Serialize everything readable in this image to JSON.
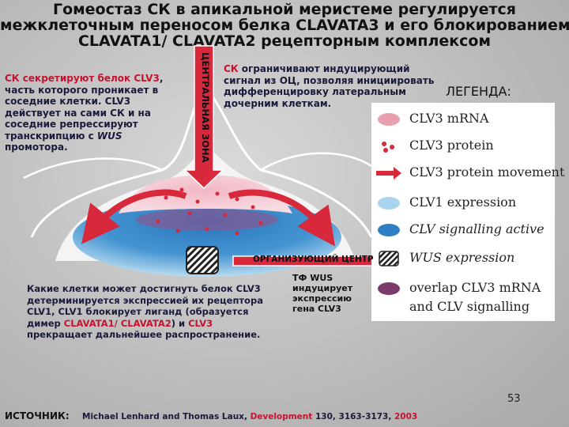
{
  "title": {
    "line1": "Гомеостаз СК в апикальной меристеме регулируется",
    "line2": "межклеточным переносом белка CLAVATA3 и его блокированием",
    "line3": "CLAVATA1/ CLAVATA2 рецепторным комплексом"
  },
  "left_text": {
    "p1": "СК секретируют ",
    "p2": "белок CLV3",
    "p3": ", часть которого проникает в соседние клетки. CLV3 действует на сами СК и на соседние репрессируют транскрипцию с ",
    "p4": "WUS",
    "p5": " промотора."
  },
  "right_text": {
    "p1": "СК ",
    "p2": "ограничивают индуцирующий сигнал из ",
    "p3": "ОЦ",
    "p4": ", позволяя инициировать дифференцировку латеральным дочерним клеткам."
  },
  "central_zone_label": "ЦЕНТРАЛЬНАЯ ЗОНА",
  "organizing_center_label": "ОРГАНИЗУЮЩИЙ ЦЕНТР",
  "tf_text": "ТФ WUS индуцирует экспрессию гена CLV3",
  "bottom_text": {
    "p1": "Какие клетки может достигнуть белок CLV3 детерминируется экспрессией их рецептора CLV1, CLV1 блокирует лиганд (образуется димер ",
    "p2": "CLAVATA1/ CLAVATA2",
    "p3": ") и ",
    "p4": "CLV3",
    "p5": " прекращает дальнейшее распространение."
  },
  "legend": {
    "heading": "ЛЕГЕНДА:",
    "items": [
      {
        "label": "CLV3 mRNA",
        "icon": "pink-blob-icon",
        "color": "#e8a0b0"
      },
      {
        "label": "CLV3 protein",
        "icon": "red-dots-icon",
        "color": "#d8283c"
      },
      {
        "label": "CLV3 protein movement",
        "icon": "red-arrow-icon",
        "color": "#d8283c"
      },
      {
        "label": "CLV1 expression",
        "icon": "light-blue-blob-icon",
        "color": "#a9d4ee"
      },
      {
        "label": "CLV signalling active",
        "icon": "blue-blob-icon",
        "color": "#2e7fc4"
      },
      {
        "label": "WUS expression",
        "icon": "hatched-box-icon",
        "color": "#222222"
      },
      {
        "label": "overlap CLV3 mRNA",
        "icon": "purple-blob-icon",
        "color": "#7a3a6a"
      },
      {
        "label": "and CLV signalling",
        "icon": "",
        "color": ""
      }
    ]
  },
  "page_number": "53",
  "source_label": "ИСТОЧНИК:",
  "citation": {
    "authors": "Michael Lenhard and Thomas Laux, ",
    "journal": "Development",
    "volume": " 130, 3163-3173, ",
    "year": "2003"
  }
}
